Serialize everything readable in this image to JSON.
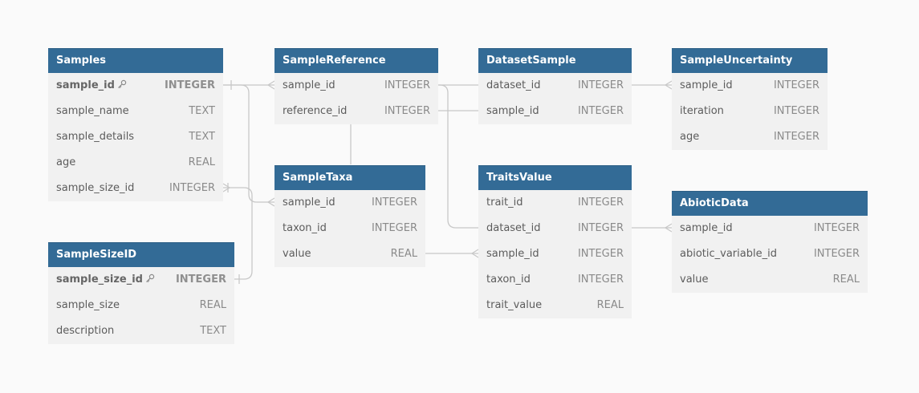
{
  "tables": [
    {
      "id": "samples",
      "name": "Samples",
      "fields": [
        {
          "name": "sample_id",
          "type": "INTEGER",
          "pk": true
        },
        {
          "name": "sample_name",
          "type": "TEXT"
        },
        {
          "name": "sample_details",
          "type": "TEXT"
        },
        {
          "name": "age",
          "type": "REAL"
        },
        {
          "name": "sample_size_id",
          "type": "INTEGER"
        }
      ]
    },
    {
      "id": "samplesizeid",
      "name": "SampleSizeID",
      "fields": [
        {
          "name": "sample_size_id",
          "type": "INTEGER",
          "pk": true
        },
        {
          "name": "sample_size",
          "type": "REAL"
        },
        {
          "name": "description",
          "type": "TEXT"
        }
      ]
    },
    {
      "id": "samplereference",
      "name": "SampleReference",
      "fields": [
        {
          "name": "sample_id",
          "type": "INTEGER"
        },
        {
          "name": "reference_id",
          "type": "INTEGER"
        }
      ]
    },
    {
      "id": "sampletaxa",
      "name": "SampleTaxa",
      "fields": [
        {
          "name": "sample_id",
          "type": "INTEGER"
        },
        {
          "name": "taxon_id",
          "type": "INTEGER"
        },
        {
          "name": "value",
          "type": "REAL"
        }
      ]
    },
    {
      "id": "datasetsample",
      "name": "DatasetSample",
      "fields": [
        {
          "name": "dataset_id",
          "type": "INTEGER"
        },
        {
          "name": "sample_id",
          "type": "INTEGER"
        }
      ]
    },
    {
      "id": "traitsvalue",
      "name": "TraitsValue",
      "fields": [
        {
          "name": "trait_id",
          "type": "INTEGER"
        },
        {
          "name": "dataset_id",
          "type": "INTEGER"
        },
        {
          "name": "sample_id",
          "type": "INTEGER"
        },
        {
          "name": "taxon_id",
          "type": "INTEGER"
        },
        {
          "name": "trait_value",
          "type": "REAL"
        }
      ]
    },
    {
      "id": "sampleuncertainty",
      "name": "SampleUncertainty",
      "fields": [
        {
          "name": "sample_id",
          "type": "INTEGER"
        },
        {
          "name": "iteration",
          "type": "INTEGER"
        },
        {
          "name": "age",
          "type": "INTEGER"
        }
      ]
    },
    {
      "id": "abioticdata",
      "name": "AbioticData",
      "fields": [
        {
          "name": "sample_id",
          "type": "INTEGER"
        },
        {
          "name": "abiotic_variable_id",
          "type": "INTEGER"
        },
        {
          "name": "value",
          "type": "REAL"
        }
      ]
    }
  ],
  "colors": {
    "header": "#336b96",
    "body": "#f1f1f1",
    "link": "#c8c8c8",
    "background": "#fafafa"
  }
}
